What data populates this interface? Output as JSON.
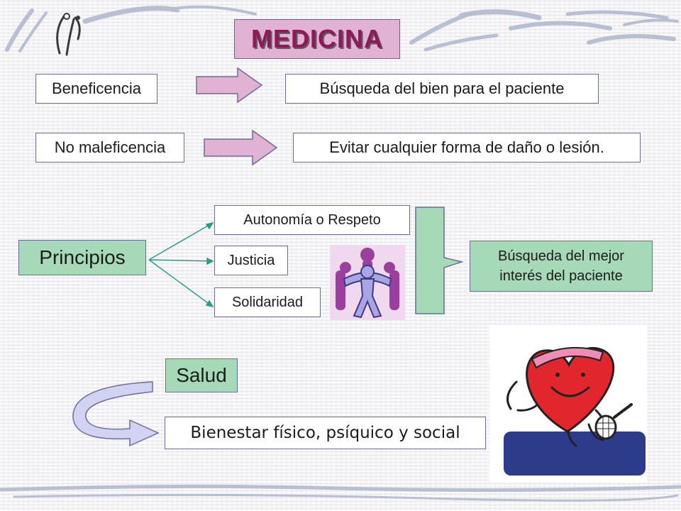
{
  "title": "MEDICINA",
  "rows": [
    {
      "term": "Beneficencia",
      "definition": "Búsqueda del bien para el paciente"
    },
    {
      "term": "No maleficencia",
      "definition": "Evitar cualquier forma de daño o lesión."
    }
  ],
  "principios": {
    "label": "Principios",
    "items": [
      "Autonomía o Respeto",
      "Justicia",
      "Solidaridad"
    ],
    "result_line1": "Búsqueda del mejor",
    "result_line2": "interés del paciente"
  },
  "salud": {
    "label": "Salud",
    "definition": "Bienestar físico, psíquico y social"
  },
  "colors": {
    "title_fill": "#e2b2d4",
    "title_text": "#8c1b5a",
    "arrow_pink": "#e2b2d4",
    "green": "#a6d9b8",
    "curve_lavender": "#d2d2f4",
    "border": "#6c6c9a"
  }
}
